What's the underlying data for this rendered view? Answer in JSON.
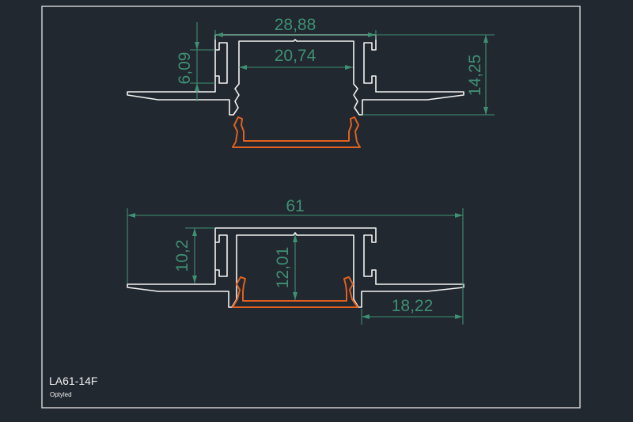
{
  "drawing": {
    "title": "LA61-14F",
    "brand": "Optyled",
    "top_view": {
      "dim_outer_width": "28,88",
      "dim_inner_width": "20,74",
      "dim_lip_height": "6,09",
      "dim_total_height": "14,25"
    },
    "bottom_view": {
      "dim_total_width": "61",
      "dim_body_height": "10,2",
      "dim_inner_height": "12,01",
      "dim_flange_width": "18,22"
    },
    "colors": {
      "background": "#212830",
      "profile": "#f2f2f2",
      "diffuser": "#e0601f",
      "dimension": "#3f8f73"
    }
  }
}
